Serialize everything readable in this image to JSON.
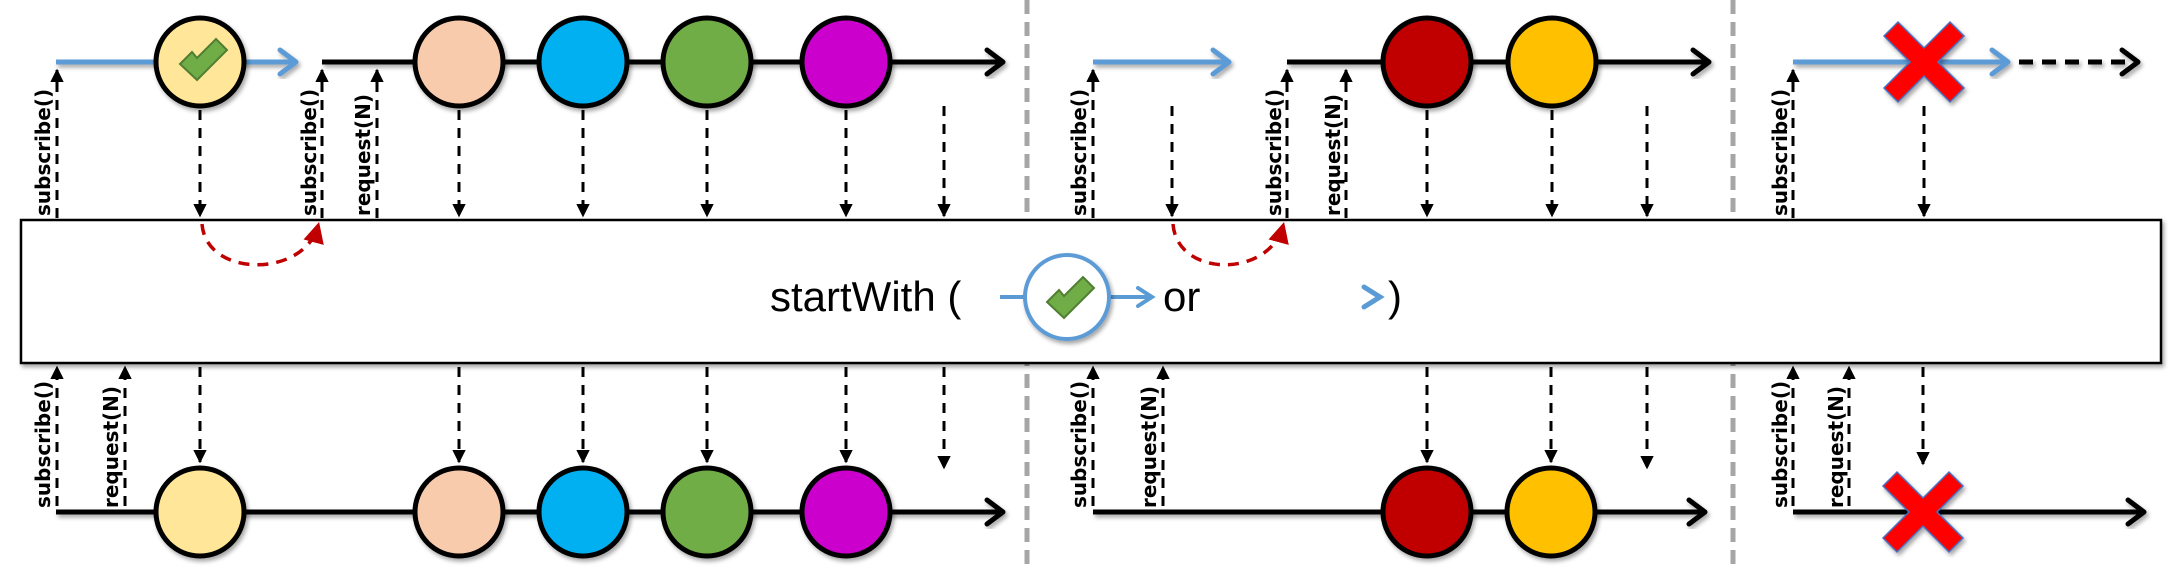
{
  "operator": {
    "name": "startWith",
    "open_paren": "startWith (",
    "or_label": "or",
    "close_paren": ")",
    "option_a": "single-value source (value then complete)",
    "option_b": "empty source (complete only)"
  },
  "labels": {
    "subscribe": "subscribe()",
    "request": "request(N)"
  },
  "colors": {
    "start_value": "#FFE699",
    "peach": "#F8CBAD",
    "blue": "#00B0F0",
    "green": "#70AD47",
    "magenta": "#CC00CC",
    "dark_red": "#C00000",
    "amber": "#FFC000",
    "error_red": "#FF0000",
    "prefix_line": "#5B9BD5",
    "check_green": "#70AD47",
    "reorder_arrow": "#C00000",
    "divider": "#A6A6A6"
  },
  "panels": [
    {
      "name": "value-then-items",
      "top_prefix": [
        "value-checkmark",
        "complete-arrow"
      ],
      "top_source": [
        "peach",
        "blue",
        "green",
        "magenta",
        "complete"
      ],
      "bottom_output": [
        "start_value",
        "peach",
        "blue",
        "green",
        "magenta",
        "complete"
      ]
    },
    {
      "name": "empty-prefix",
      "top_prefix": [
        "complete"
      ],
      "top_source": [
        "dark_red",
        "amber",
        "complete"
      ],
      "bottom_output": [
        "dark_red",
        "amber",
        "complete"
      ]
    },
    {
      "name": "error-prefix",
      "top_prefix": [
        "error"
      ],
      "top_source": [
        "not-subscribed"
      ],
      "bottom_output": [
        "error"
      ]
    }
  ]
}
